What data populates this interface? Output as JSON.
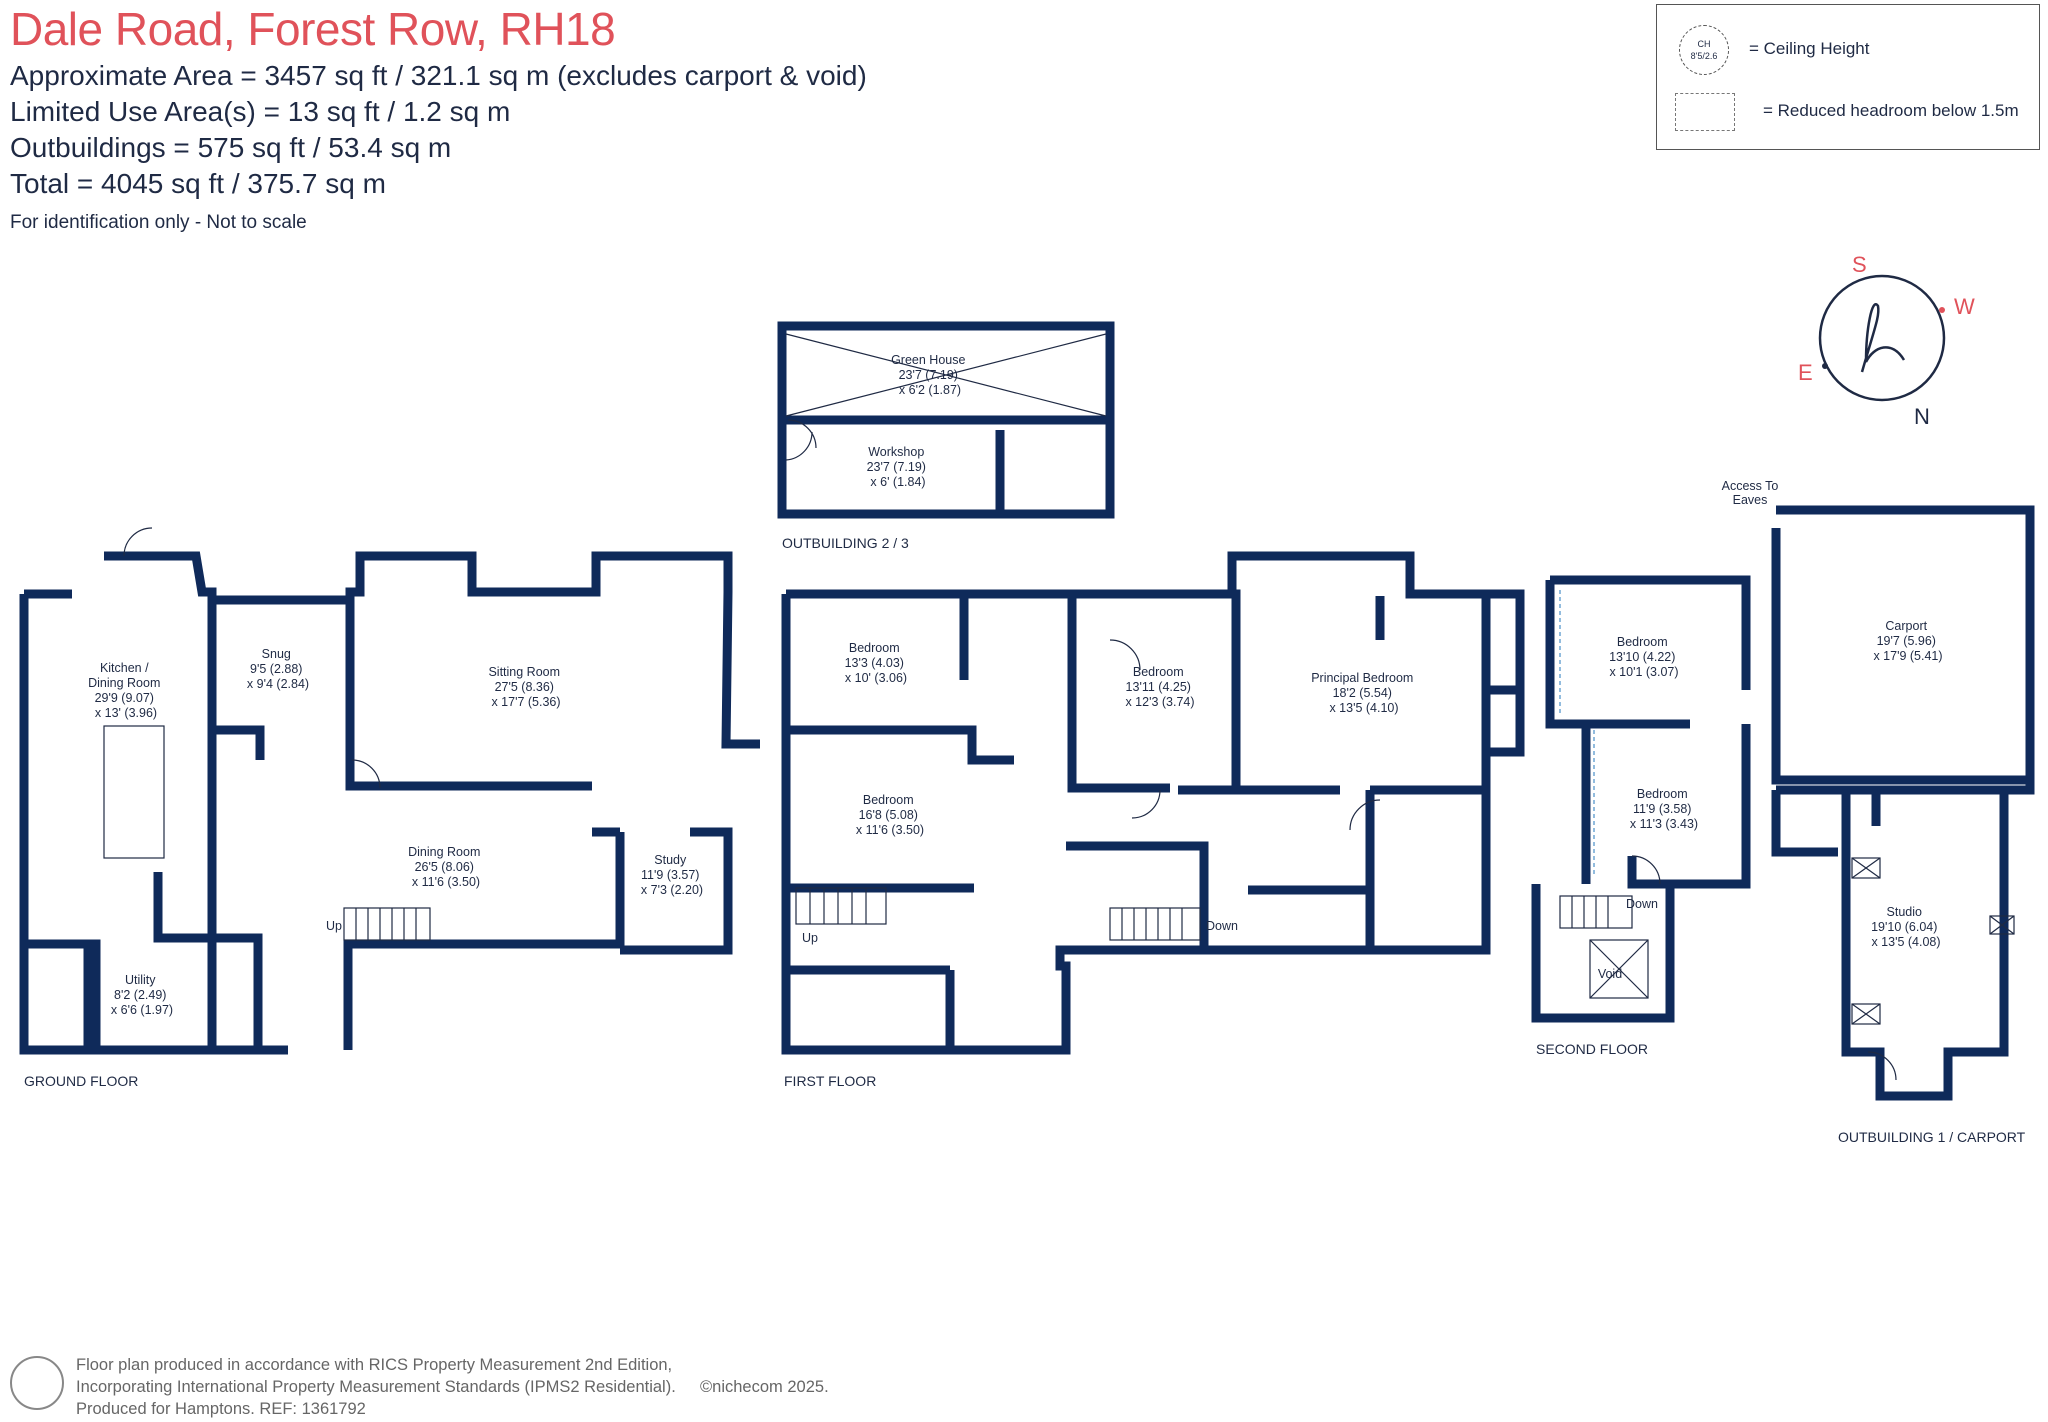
{
  "header": {
    "title": "Dale Road, Forest Row, RH18",
    "approx_area": "Approximate Area = 3457 sq ft / 321.1 sq m (excludes carport & void)",
    "limited_use": "Limited Use Area(s) = 13 sq ft / 1.2 sq m",
    "outbuildings": "Outbuildings = 575 sq ft / 53.4 sq m",
    "total": "Total = 4045 sq ft / 375.7 sq m",
    "note": "For identification only - Not to scale"
  },
  "legend": {
    "ch_badge_line1": "CH",
    "ch_badge_line2": "8'5/2.6",
    "ceiling_height": "= Ceiling Height",
    "reduced_headroom": "= Reduced headroom below 1.5m"
  },
  "compass": {
    "s": "S",
    "w": "W",
    "e": "E",
    "n": "N"
  },
  "floors": {
    "ground": "GROUND FLOOR",
    "first": "FIRST FLOOR",
    "second": "SECOND FLOOR",
    "outbuilding1": "OUTBUILDING 1 / CARPORT",
    "outbuilding23": "OUTBUILDING 2 / 3"
  },
  "rooms": {
    "kitchen": [
      "Kitchen /",
      "Dining Room",
      "29'9 (9.07)",
      "x 13' (3.96)"
    ],
    "snug": [
      "Snug",
      "9'5 (2.88)",
      "x 9'4 (2.84)"
    ],
    "sitting": [
      "Sitting Room",
      "27'5 (8.36)",
      "x 17'7 (5.36)"
    ],
    "dining": [
      "Dining Room",
      "26'5 (8.06)",
      "x 11'6 (3.50)"
    ],
    "study": [
      "Study",
      "11'9 (3.57)",
      "x 7'3 (2.20)"
    ],
    "utility": [
      "Utility",
      "8'2 (2.49)",
      "x 6'6 (1.97)"
    ],
    "bed1": [
      "Bedroom",
      "13'3 (4.03)",
      "x 10' (3.06)"
    ],
    "bed2": [
      "Bedroom",
      "16'8 (5.08)",
      "x 11'6 (3.50)"
    ],
    "bed3": [
      "Bedroom",
      "13'11 (4.25)",
      "x 12'3 (3.74)"
    ],
    "principal": [
      "Principal Bedroom",
      "18'2 (5.54)",
      "x 13'5 (4.10)"
    ],
    "bed4": [
      "Bedroom",
      "13'10 (4.22)",
      "x 10'1 (3.07)"
    ],
    "bed5": [
      "Bedroom",
      "11'9 (3.58)",
      "x 11'3 (3.43)"
    ],
    "greenhouse": [
      "Green House",
      "23'7 (7.19)",
      "x 6'2 (1.87)"
    ],
    "workshop": [
      "Workshop",
      "23'7 (7.19)",
      "x 6' (1.84)"
    ],
    "carport": [
      "Carport",
      "19'7 (5.96)",
      "x 17'9 (5.41)"
    ],
    "studio": [
      "Studio",
      "19'10 (6.04)",
      "x 13'5 (4.08)"
    ]
  },
  "labels": {
    "up": "Up",
    "down": "Down",
    "void": "Void",
    "access_line1": "Access To",
    "access_line2": "Eaves"
  },
  "footer": {
    "line1": "Floor plan produced in accordance with RICS Property Measurement 2nd Edition,",
    "line2": "Incorporating International Property Measurement Standards (IPMS2 Residential).",
    "line3": "Produced for Hamptons.  REF:  1361792",
    "copyright": "©nichecom 2025."
  },
  "colors": {
    "wall": "#0f2a5a",
    "title": "#e0525a",
    "text": "#1f2a44"
  }
}
